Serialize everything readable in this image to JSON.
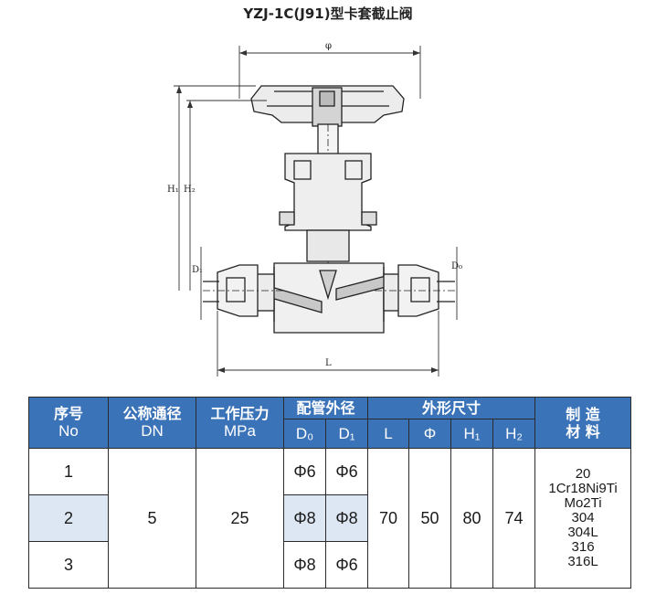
{
  "title": "YZJ-1C(J91)型卡套截止阀",
  "drawing_labels": {
    "phi": "φ",
    "h1": "H₁",
    "h2": "H₂",
    "d1": "D₁",
    "d0": "D₀",
    "l": "L"
  },
  "table": {
    "headers": {
      "no": {
        "cn": "序号",
        "en": "No"
      },
      "dn": {
        "cn": "公称通径",
        "en": "DN"
      },
      "mpa": {
        "cn": "工作压力",
        "en": "MPa"
      },
      "pipe": {
        "cn": "配管外径"
      },
      "dims": {
        "cn": "外形尺寸"
      },
      "material": {
        "line1": "制 造",
        "line2": "材 料"
      }
    },
    "subheaders": {
      "d0": "D₀",
      "d1": "D₁",
      "l": "L",
      "phi": "Φ",
      "h1": "H₁",
      "h2": "H₂"
    },
    "rows": [
      {
        "no": "1",
        "d0": "Φ6",
        "d1": "Φ6"
      },
      {
        "no": "2",
        "d0": "Φ8",
        "d1": "Φ8"
      },
      {
        "no": "3",
        "d0": "Φ8",
        "d1": "Φ6"
      }
    ],
    "shared": {
      "dn": "5",
      "mpa": "25",
      "l": "70",
      "phi": "50",
      "h1": "80",
      "h2": "74"
    },
    "materials": [
      "20",
      "1Cr18Ni9Ti",
      "Mo2Ti",
      "304",
      "304L",
      "316",
      "316L"
    ]
  }
}
